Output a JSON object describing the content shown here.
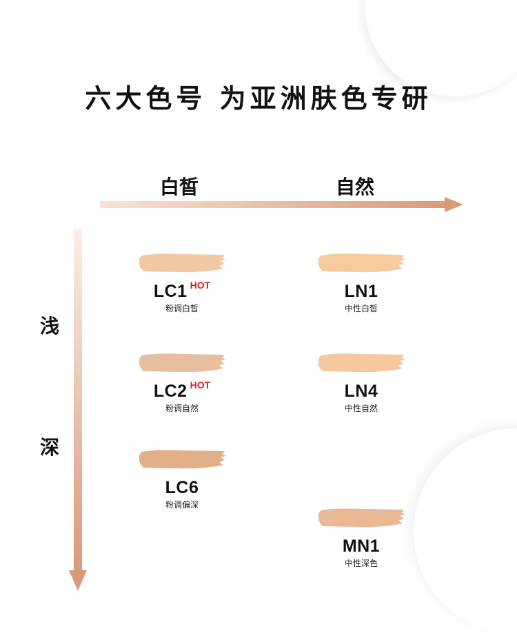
{
  "title": "六大色号  为亚洲肤色专研",
  "axes": {
    "x_labels": [
      "白皙",
      "自然"
    ],
    "y_labels": [
      "浅",
      "深"
    ]
  },
  "shades": [
    {
      "code": "LC1",
      "desc": "粉调白皙",
      "hot": "HOT",
      "color": "#f0c9a4"
    },
    {
      "code": "LC2",
      "desc": "粉调自然",
      "hot": "HOT",
      "color": "#e8bf9e"
    },
    {
      "code": "LC6",
      "desc": "粉调偏深",
      "color": "#e2b088"
    },
    {
      "code": "LN1",
      "desc": "中性白皙",
      "color": "#f5ca9d"
    },
    {
      "code": "LN4",
      "desc": "中性自然",
      "color": "#f5c89e"
    },
    {
      "code": "MN1",
      "desc": "中性深色",
      "color": "#e9b995"
    }
  ],
  "colors": {
    "accent": "#d99a78",
    "hot": "#d61f1f"
  }
}
